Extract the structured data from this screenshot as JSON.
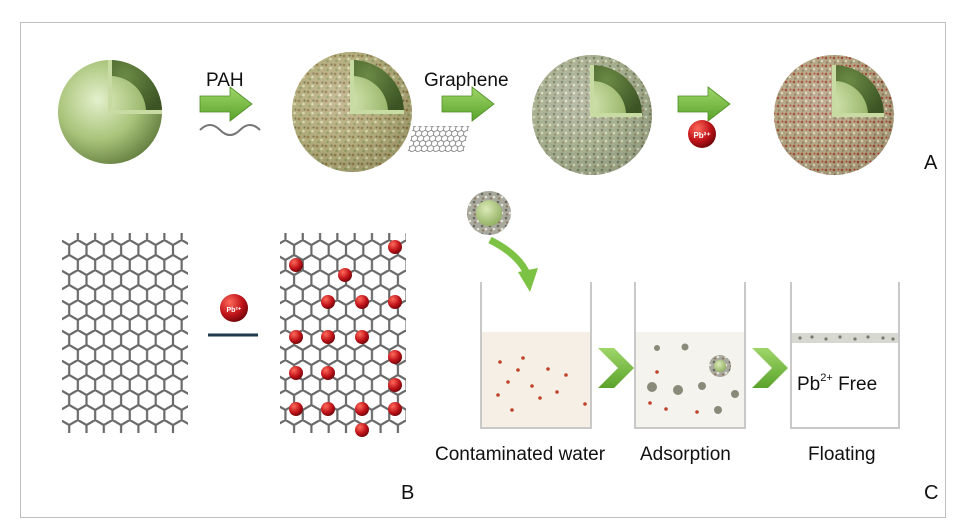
{
  "figure": {
    "steps": {
      "pah": "PAH",
      "graphene": "Graphene"
    },
    "ion_label": "Pb²⁺",
    "panels": {
      "a": "A",
      "b": "B",
      "c": "C"
    },
    "beakers": {
      "contaminated": "Contaminated water",
      "adsorption": "Adsorption",
      "floating": "Floating",
      "free_prefix": "Pb",
      "free_sup": "2+",
      "free_suffix": " Free"
    }
  },
  "colors": {
    "sphere_green": "#a9c47a",
    "arrow_green": "#7cc244",
    "ion_red": "#c0141a",
    "graphene_grey": "#666666"
  }
}
